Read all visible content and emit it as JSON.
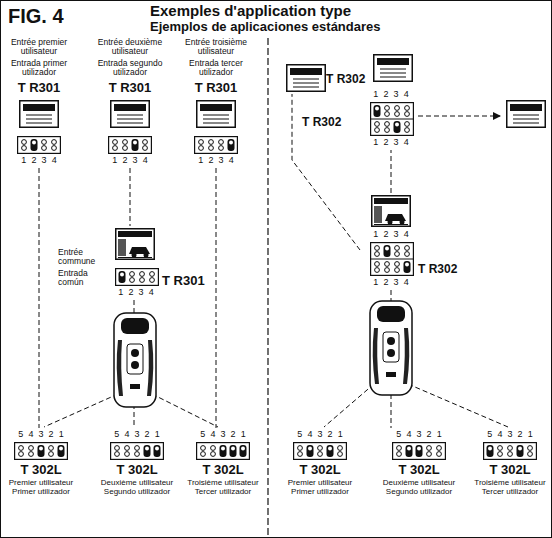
{
  "diagram": {
    "title": "Exemples d'application type",
    "nodes": [
      {
        "text": [
          "Entrée premier utilisateur",
          "Entrada primer utilizador",
          "T R301",
          "1 2 3 4"
        ]
      },
      {
        "text": [
          "Entrée deuxième utilisateur",
          "Entrada segundo utilizador",
          "T R301",
          "1 2 3 4"
        ]
      },
      {
        "text": [
          "Entrée troisième utilisateur",
          "Entrada tercer utilizador",
          "T R301",
          "1 2 3 4"
        ]
      },
      {
        "text": [
          "Entrée commune",
          "Entrada común",
          "T R301",
          "1 2 3 4"
        ]
      },
      {
        "text": [
          "5 4 3 2 1",
          "T 302L",
          "Premier utilisateur",
          "Primer utilizador"
        ]
      },
      {
        "text": [
          "5 4 3 2 1",
          "T 302L",
          "Deuxième utilisateur",
          "Segundo utilizador"
        ]
      },
      {
        "text": [
          "5 4 3 2 1",
          "T 302L",
          "Troisième utilisateur",
          "Tercer utilizador"
        ]
      },
      {
        "text": [
          "1 2 3 4",
          "1 2 3 4",
          "T R302"
        ]
      },
      {
        "text": [
          "T R302"
        ]
      },
      {
        "text": [
          "1 2 3 4",
          "1 2 3 4",
          "T R302"
        ]
      },
      {
        "text": [
          "5 4 3 2 1",
          "T 302L",
          "Premier utilisateur",
          "Primer utilizador"
        ]
      },
      {
        "text": [
          "5 4 3 2 1",
          "T 302L",
          "Deuxième utilisateur",
          "Segundo utilizador"
        ]
      },
      {
        "text": [
          "5 4 3 2 1",
          "T 302L",
          "Troisième utilisateur",
          "Tercer utilizador"
        ]
      }
    ],
    "edges": [
      {
        "from": 0,
        "to": 4,
        "arrow": "none"
      },
      {
        "from": 1,
        "to": 3,
        "arrow": "none"
      },
      {
        "from": 3,
        "to": 5,
        "arrow": "none"
      },
      {
        "from": 2,
        "to": 6,
        "arrow": "none"
      },
      {
        "from": 9,
        "to": 7,
        "arrow": "none"
      },
      {
        "from": 9,
        "to": 8,
        "arrow": "none"
      },
      {
        "from": 9,
        "to": 11,
        "arrow": "none"
      }
    ],
    "labels": [
      "FIG. 4",
      "Ejemplos de aplicaciones estándares"
    ]
  }
}
